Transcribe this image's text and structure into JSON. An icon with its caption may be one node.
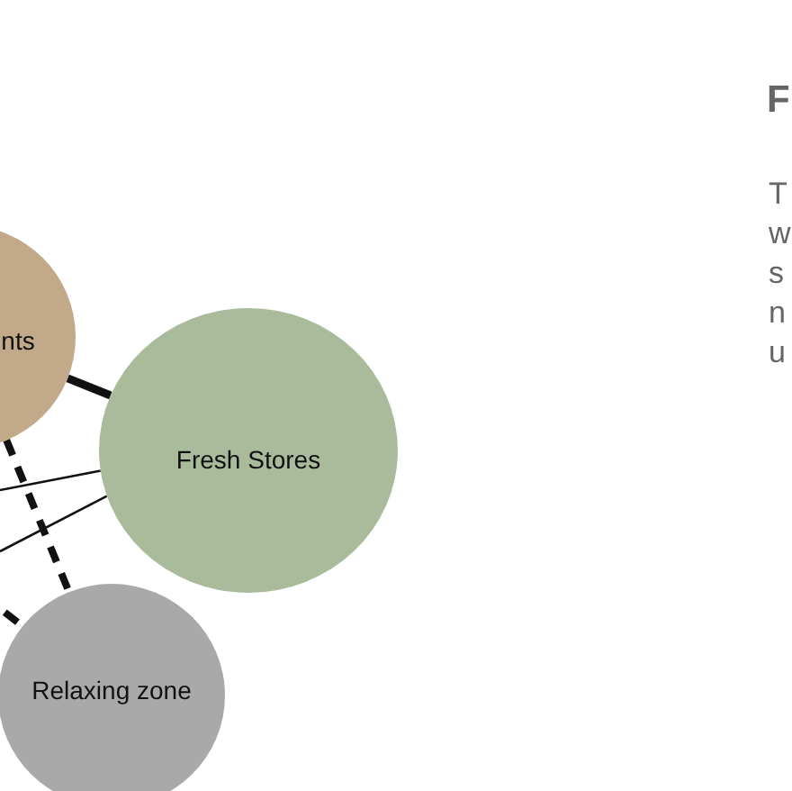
{
  "diagram": {
    "nodes": [
      {
        "text": [
          "nts"
        ]
      },
      {
        "text": [
          "Fresh Stores"
        ]
      },
      {
        "text": [
          "Relaxing zone"
        ]
      }
    ],
    "edges": [
      {
        "from": 0,
        "to": 1,
        "arrow": "none"
      },
      {
        "from": 0,
        "to": 2,
        "arrow": "none",
        "style": "dashed"
      },
      {
        "from": null,
        "to": 1,
        "arrow": "none"
      },
      {
        "from": null,
        "to": 1,
        "arrow": "none"
      },
      {
        "from": null,
        "to": 2,
        "arrow": "none",
        "style": "dashed"
      }
    ],
    "labels": [
      "F",
      "T w s n u"
    ]
  }
}
